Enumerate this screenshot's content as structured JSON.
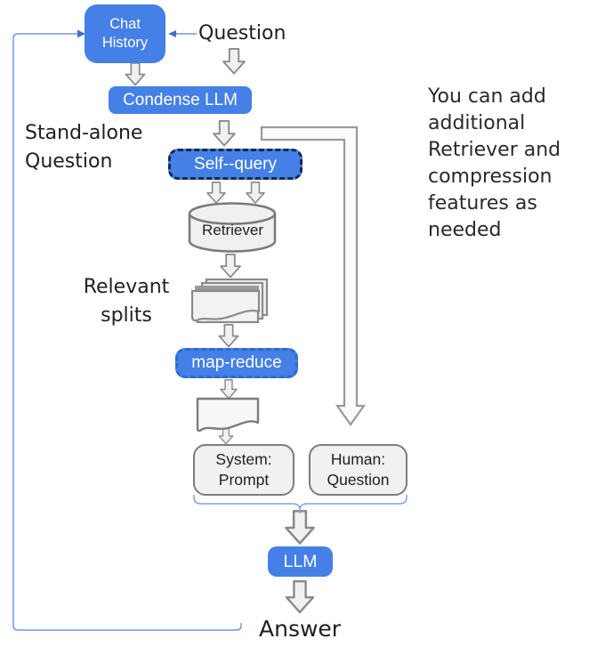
{
  "title": "Conversational retrieval chain flow diagram",
  "colors": {
    "node_blue": "#4480e6",
    "self_query_dash": "#17294e",
    "map_reduce_dash": "#2e6bd0",
    "gray_stroke": "#8a8a8a",
    "light_fill": "#f1f1f1",
    "link_blue": "#6f99e3",
    "text": "#1f1f1f"
  },
  "diagram": {
    "chat_history": "Chat\nHistory",
    "question": "Question",
    "condense_llm": "Condense LLM",
    "standalone_question": "Stand-alone\nQuestion",
    "self_query": "Self--query",
    "retriever": "Retriever",
    "relevant_splits": "Relevant\nsplits",
    "map_reduce": "map-reduce",
    "system_prompt": "System:\nPrompt",
    "human_question": "Human:\nQuestion",
    "llm": "LLM",
    "answer": "Answer",
    "side_note": "You can add\nadditional\nRetriever and\ncompression\nfeatures as\nneeded"
  }
}
